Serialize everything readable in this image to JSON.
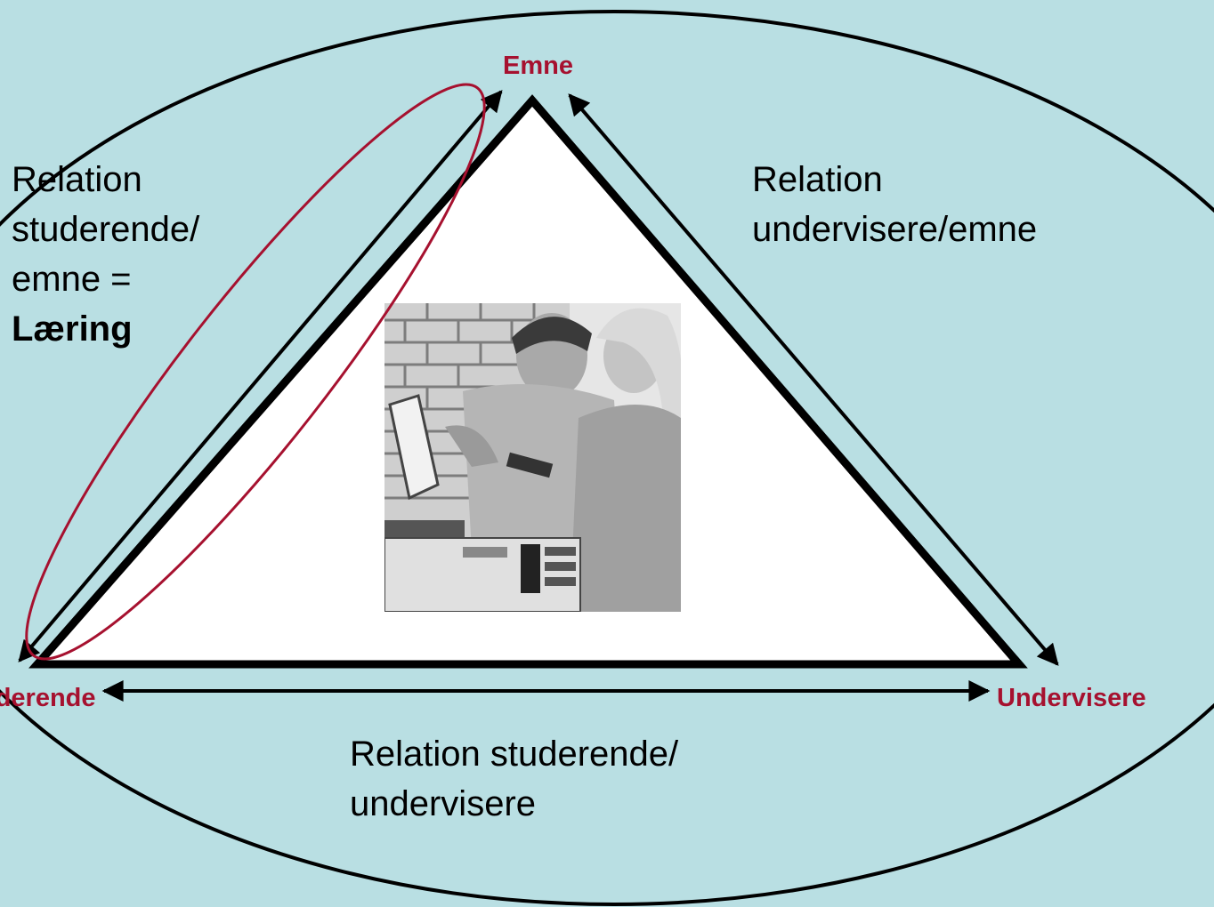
{
  "colors": {
    "background": "#b9dfe3",
    "accent": "#a6112f",
    "triangle_fill": "#ffffff",
    "lines": "#000000"
  },
  "vertices": {
    "top": "Emne",
    "left": "Studerende",
    "right": "Undervisere"
  },
  "relations": {
    "left": {
      "line1": "Relation",
      "line2": "studerende/",
      "line3": "emne =",
      "line4": "Læring"
    },
    "right": {
      "line1": "Relation",
      "line2": "undervisere/emne"
    },
    "bottom": {
      "line1": "Relation studerende/",
      "line2": "undervisere"
    }
  },
  "photo": {
    "label": "photo-students-with-lab-equipment"
  }
}
